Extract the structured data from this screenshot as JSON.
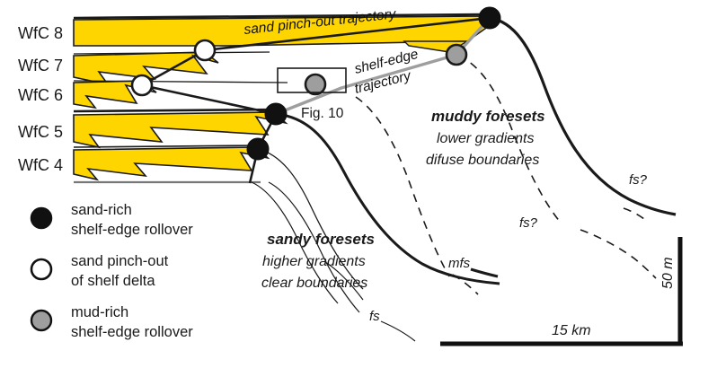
{
  "figure": {
    "type": "geological-cross-section",
    "title": "Shelf-edge trajectory and sand pinch-out diagram"
  },
  "colors": {
    "sand_fill": "#FFD500",
    "outline": "#1a1a1a",
    "mud_rich_marker": "#9e9e9e",
    "shelf_edge_trajectory_line": "#9e9e9e",
    "background": "#ffffff"
  },
  "axis_labels": {
    "units": [
      {
        "id": "wfc8",
        "label": "WfC 8"
      },
      {
        "id": "wfc7",
        "label": "WfC 7"
      },
      {
        "id": "wfc6",
        "label": "WfC 6"
      },
      {
        "id": "wfc5",
        "label": "WfC 5"
      },
      {
        "id": "wfc4",
        "label": "WfC 4"
      }
    ]
  },
  "trajectories": [
    {
      "id": "sand-pinch-out-trajectory",
      "label": "sand pinch-out trajectory",
      "style": "solid-black",
      "rotation_deg": -6
    },
    {
      "id": "shelf-edge-trajectory",
      "label_line1": "shelf-edge",
      "label_line2": "trajectory",
      "style": "solid-grey",
      "rotation_deg": -15
    }
  ],
  "annotations": {
    "muddy": {
      "line1": "muddy foresets",
      "line2": "lower gradients",
      "line3": "difuse boundaries"
    },
    "sandy": {
      "line1": "sandy foresets",
      "line2": "higher gradients",
      "line3": "clear boundaries"
    },
    "surfaces": [
      {
        "id": "mfs",
        "label": "mfs"
      },
      {
        "id": "fs-lower-left",
        "label": "fs"
      },
      {
        "id": "fs-query-mid",
        "label": "fs?"
      },
      {
        "id": "fs-query-right",
        "label": "fs?"
      }
    ],
    "inset_box": {
      "label": "Fig. 10"
    }
  },
  "legend": {
    "items": [
      {
        "marker": "filled-black-circle",
        "line1": "sand-rich",
        "line2": "shelf-edge rollover"
      },
      {
        "marker": "open-white-circle",
        "line1": "sand pinch-out",
        "line2": "of shelf delta"
      },
      {
        "marker": "filled-grey-circle",
        "line1": "mud-rich",
        "line2": "shelf-edge rollover"
      }
    ]
  },
  "scale_bar": {
    "horizontal_label": "15 km",
    "vertical_label": "50 m"
  }
}
